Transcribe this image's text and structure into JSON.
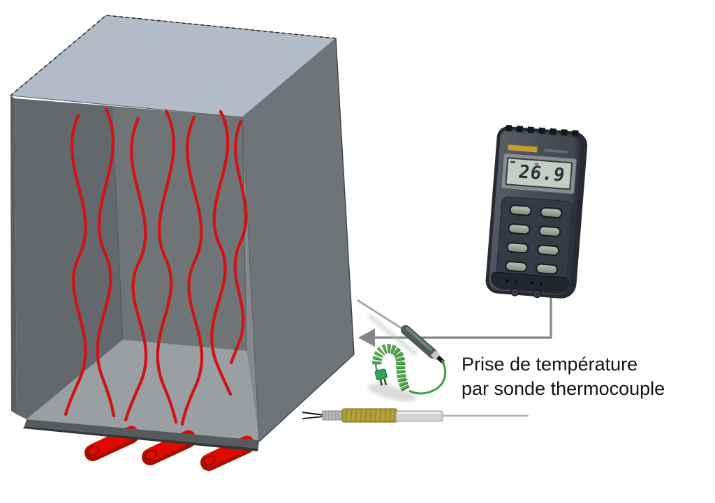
{
  "caption": {
    "line1": "Prise de température",
    "line2": "par sonde thermocouple"
  },
  "meter": {
    "display_value": "26.9"
  },
  "colors": {
    "box_top": "#b1bcc6",
    "box_right": "#6f7478",
    "interior_back": "#6f7477",
    "interior_left": "#63686c",
    "interior_floor": "#999fa2",
    "heat_red": "#cf1416",
    "element_red": "#e00b00",
    "coil_green": "#55ab4e",
    "cable_green": "#3f9c3b",
    "connector_green": "#2fa558",
    "arrow_gray": "#82878b",
    "sleeve_yellow": "#b2a138",
    "lcd_bg": "#c7cdc3"
  }
}
